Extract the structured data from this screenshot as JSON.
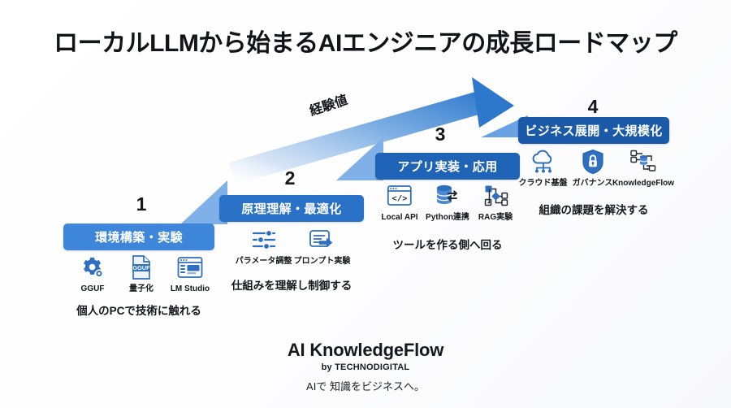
{
  "title": "ローカルLLMから始まるAIエンジニアの成長ロードマップ",
  "arrow": {
    "label": "経験値"
  },
  "colors": {
    "step1_bar": "#3d86da",
    "step2_bar": "#2a72c8",
    "step3_bar": "#1f63b6",
    "step4_bar": "#1b5aa8",
    "riser_light": "#7fb0e8",
    "riser_mid": "#6aa3e4",
    "arrow_start": "#ffffff",
    "arrow_end": "#2e78cc",
    "icon_blue": "#2f6fbf",
    "text_dark": "#14181d"
  },
  "steps": [
    {
      "number": "1",
      "title": "環境構築・実験",
      "caption": "個人のPCで技術に触れる",
      "icons": [
        {
          "name": "gear-icon",
          "label": "GGUF"
        },
        {
          "name": "file-gguf-icon",
          "label": "量子化"
        },
        {
          "name": "app-window-icon",
          "label": "LM Studio"
        }
      ]
    },
    {
      "number": "2",
      "title": "原理理解・最適化",
      "caption": "仕組みを理解し制御する",
      "icons": [
        {
          "name": "sliders-icon",
          "label": "パラメータ調整"
        },
        {
          "name": "document-arrow-icon",
          "label": "プロンプト実験"
        }
      ]
    },
    {
      "number": "3",
      "title": "アプリ実装・応用",
      "caption": "ツールを作る側へ回る",
      "icons": [
        {
          "name": "code-window-icon",
          "label": "Local API"
        },
        {
          "name": "database-exchange-icon",
          "label": "Python連携"
        },
        {
          "name": "rag-node-graph-icon",
          "label": "RAG実験"
        }
      ]
    },
    {
      "number": "4",
      "title": "ビジネス展開・大規模化",
      "caption": "組織の課題を解決する",
      "icons": [
        {
          "name": "cloud-network-icon",
          "label": "クラウド基盤"
        },
        {
          "name": "shield-lock-icon",
          "label": "ガバナンス"
        },
        {
          "name": "knowledge-flow-icon",
          "label": "KnowledgeFlow"
        }
      ]
    }
  ],
  "footer": {
    "brand": "AI KnowledgeFlow",
    "by": "by TECHNODIGITAL",
    "tagline": "AIで 知識をビジネスへ。"
  }
}
